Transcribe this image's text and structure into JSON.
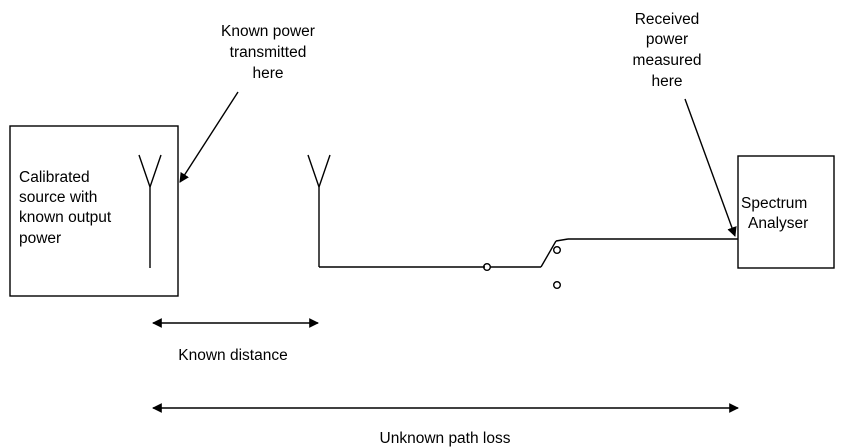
{
  "source_box": {
    "lines": [
      "Calibrated",
      "source with",
      "known output",
      "power"
    ]
  },
  "analyser_box": {
    "lines": [
      "Spectrum",
      "Analyser"
    ]
  },
  "callout_transmit": {
    "lines": [
      "Known power",
      "transmitted",
      "here"
    ]
  },
  "callout_receive": {
    "lines": [
      "Received",
      "power",
      "measured",
      "here"
    ]
  },
  "known_distance_label": "Known distance",
  "path_loss_label": "Unknown path loss"
}
